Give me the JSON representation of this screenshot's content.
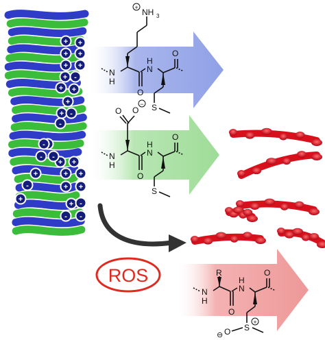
{
  "colors": {
    "blue_strand": "#2f3cc8",
    "green_strand": "#3bbd3b",
    "charge_circle_fill": "#141d7a",
    "charge_circle_ring": "#ffffff",
    "arrow_blue": "#a9b6ec",
    "arrow_green": "#b8e6b3",
    "arrow_red": "#f2a6a6",
    "ros_red": "#e02a1f",
    "fragment_red": "#d8101c",
    "curved_arrow": "#333333"
  },
  "icons": [
    "plus-charge-icon",
    "minus-charge-icon",
    "curved-arrow-icon"
  ],
  "charges": {
    "plus": "+",
    "minus": "-"
  },
  "ros_label": "ROS",
  "structures": {
    "lys_met": {
      "top_group": "NH",
      "top_sub": "3",
      "top_charge": "+",
      "n_left": "N",
      "h_left": "H",
      "n_right": "N",
      "h_right": "H",
      "o_top": "O",
      "o_bottom": "O",
      "s": "S"
    },
    "glu_met": {
      "top_o": "O",
      "top_charge": "−",
      "carboxyl_o": "O",
      "n_left": "N",
      "h_left": "H",
      "n_right": "N",
      "h_right": "H",
      "o_top": "O",
      "o_bottom": "O",
      "s": "S"
    },
    "oxidized": {
      "r_group": "R",
      "n_left": "N",
      "h_left": "H",
      "n_right": "N",
      "h_right": "H",
      "o_top": "O",
      "o_bottom": "O",
      "s": "S",
      "s_charge": "+",
      "o_minus_charge": "⊖",
      "o_sulfoxide": "O"
    }
  }
}
